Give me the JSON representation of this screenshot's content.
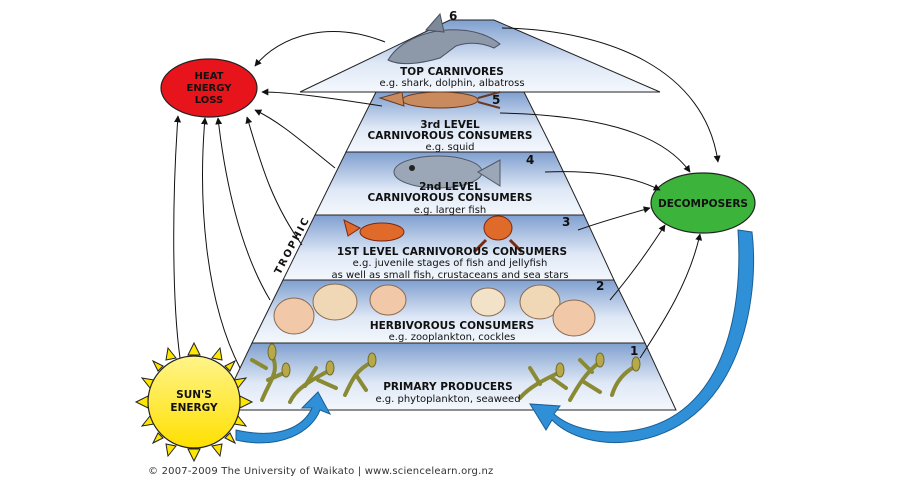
{
  "levels": [
    {
      "number": "6",
      "title_lines": [
        "TOP CARNIVORES"
      ],
      "example": "e.g. shark, dolphin, albatross"
    },
    {
      "number": "5",
      "title_lines": [
        "3rd LEVEL",
        "CARNIVOROUS CONSUMERS"
      ],
      "example": "e.g. squid"
    },
    {
      "number": "4",
      "title_lines": [
        "2nd LEVEL",
        "CARNIVOROUS CONSUMERS"
      ],
      "example": "e.g. larger fish"
    },
    {
      "number": "3",
      "title_lines": [
        "1ST LEVEL CARNIVOROUS CONSUMERS"
      ],
      "example_lines": [
        "e.g. juvenile stages of fish and jellyfish",
        "as well as small fish, crustaceans and sea stars"
      ]
    },
    {
      "number": "2",
      "title_lines": [
        "HERBIVOROUS CONSUMERS"
      ],
      "example": "e.g. zooplankton, cockles"
    },
    {
      "number": "1",
      "title_lines": [
        "PRIMARY PRODUCERS"
      ],
      "example": "e.g. phytoplankton, seaweed"
    }
  ],
  "heat_loss": {
    "lines": [
      "HEAT",
      "ENERGY",
      "LOSS"
    ],
    "color": "#e8141b"
  },
  "decomposers": {
    "label": "DECOMPOSERS",
    "color": "#3cb43c"
  },
  "sun": {
    "lines": [
      "SUN'S",
      "ENERGY"
    ],
    "color": "#ffe600"
  },
  "side_label": "TROPHIC",
  "footer": "© 2007-2009 The University of Waikato | www.sciencelearn.org.nz",
  "colors": {
    "level_dark": "#7f9fcf",
    "level_light": "#e7eff9",
    "blue_arrow": "#2f90d8",
    "outline": "#222222"
  }
}
